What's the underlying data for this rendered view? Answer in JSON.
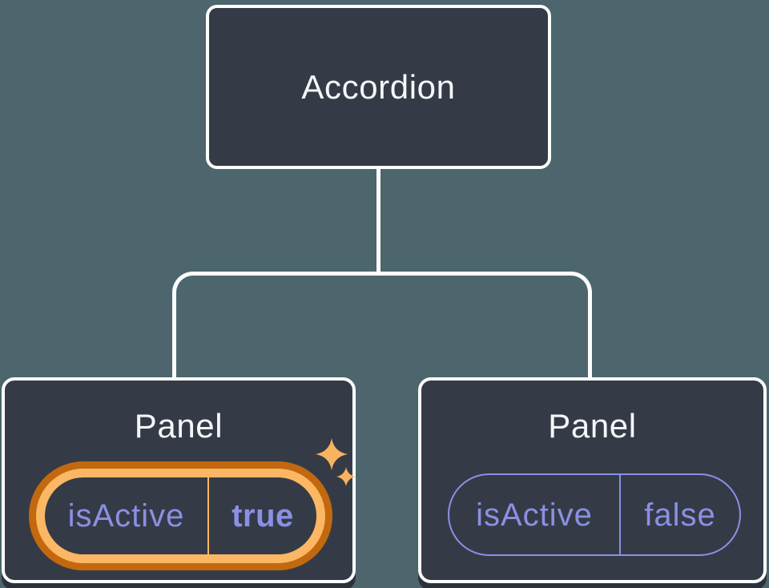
{
  "diagram": {
    "root": {
      "label": "Accordion"
    },
    "panels": [
      {
        "label": "Panel",
        "prop_name": "isActive",
        "prop_value": "true",
        "state": "active",
        "decoration": "sparkles-icon"
      },
      {
        "label": "Panel",
        "prop_name": "isActive",
        "prop_value": "false",
        "state": "inactive"
      }
    ]
  },
  "colors": {
    "background": "#4d666d",
    "node_fill": "#353b46",
    "node_border": "#fcfdfd",
    "connector": "#fcfdfd",
    "label_text": "#f5f6f8",
    "prop_text": "#8a90e4",
    "highlight_ring_outer": "#c2690f",
    "highlight_ring_inner": "#fbb763",
    "sparkle": "#f8b35f",
    "panel_shadow": "#2c323c"
  }
}
